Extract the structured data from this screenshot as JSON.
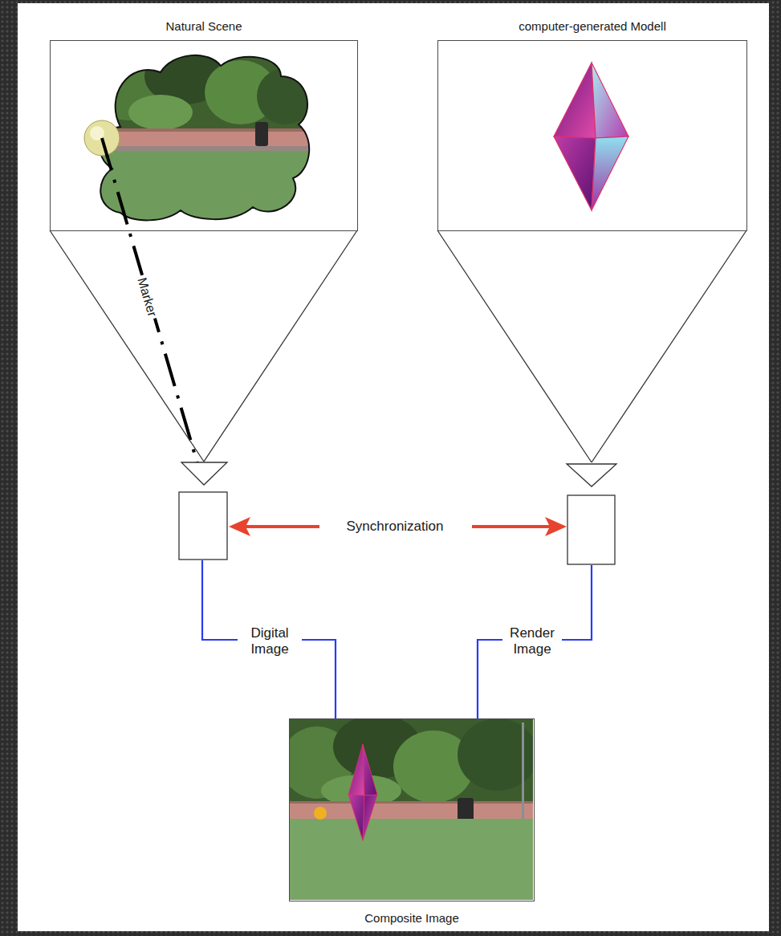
{
  "diagram": {
    "nodes": [
      {
        "text": [
          "Natural Scene"
        ]
      },
      {
        "text": [
          "computer-generated Modell"
        ]
      },
      {
        "text": [
          "Composite Image"
        ]
      }
    ],
    "labels": [
      "Marker",
      "Synchronization",
      "Digital Image",
      "Render Image"
    ]
  }
}
